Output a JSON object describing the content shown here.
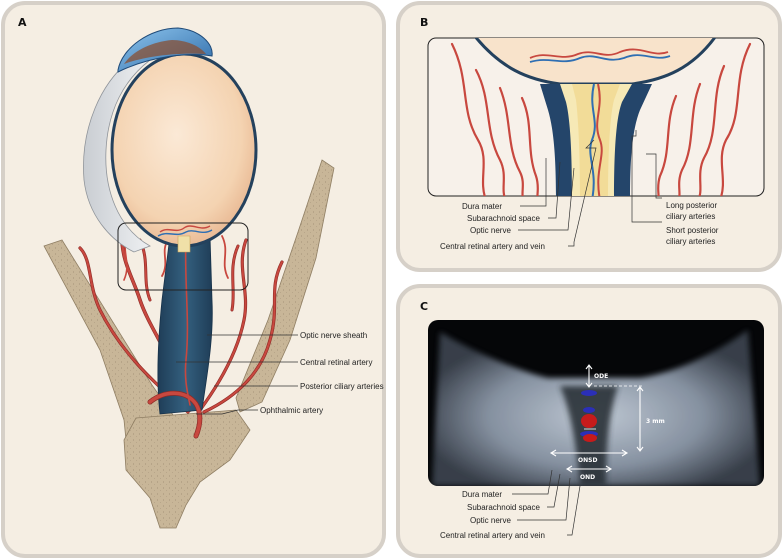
{
  "panels": {
    "a": {
      "label": "A"
    },
    "b": {
      "label": "B"
    },
    "c": {
      "label": "C"
    }
  },
  "labels_a": {
    "optic_nerve_sheath": "Optic nerve sheath",
    "central_retinal_artery": "Central retinal artery",
    "posterior_ciliary_arteries": "Posterior ciliary arteries",
    "ophthalmic_artery": "Ophthalmic artery"
  },
  "labels_b": {
    "dura_mater": "Dura mater",
    "subarachnoid_space": "Subarachnoid space",
    "optic_nerve": "Optic nerve",
    "central_retinal_artery_vein": "Central retinal artery and vein",
    "long_posterior_1": "Long posterior",
    "long_posterior_2": "ciliary arteries",
    "short_posterior_1": "Short posterior",
    "short_posterior_2": "ciliary arteries"
  },
  "labels_c": {
    "ode": "ODE",
    "three_mm": "3 mm",
    "onsd": "ONSD",
    "ond": "OND",
    "dura_mater": "Dura mater",
    "subarachnoid_space": "Subarachnoid space",
    "optic_nerve": "Optic nerve",
    "central_retinal_artery_vein": "Central retinal artery and vein"
  },
  "colors": {
    "panel_background": "#f5eee3",
    "panel_border": "#d6d0c8",
    "artery": "#c8483f",
    "vein": "#2f6fb3",
    "nerve_sheath": "#264a66",
    "bone": "#c9b79c",
    "globe": "#f6d8b8",
    "ultrasound_bg": "#050608"
  },
  "icons": [
    "double-arrow-icon"
  ]
}
